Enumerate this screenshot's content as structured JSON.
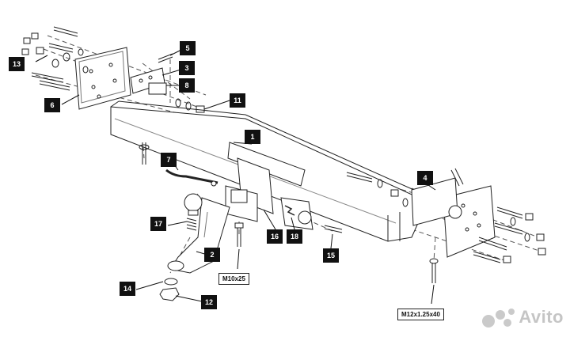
{
  "labels": {
    "l1": "1",
    "l2": "2",
    "l3": "3",
    "l4": "4",
    "l5": "5",
    "l6": "6",
    "l7": "7",
    "l8": "8",
    "l11": "11",
    "l12": "12",
    "l13": "13",
    "l14": "14",
    "l15": "15",
    "l16": "16",
    "l17": "17",
    "l18": "18"
  },
  "specs": {
    "left_bolt": "M10x25",
    "right_bolt": "M12x1.25x40"
  },
  "watermark": {
    "text": "Avito"
  }
}
